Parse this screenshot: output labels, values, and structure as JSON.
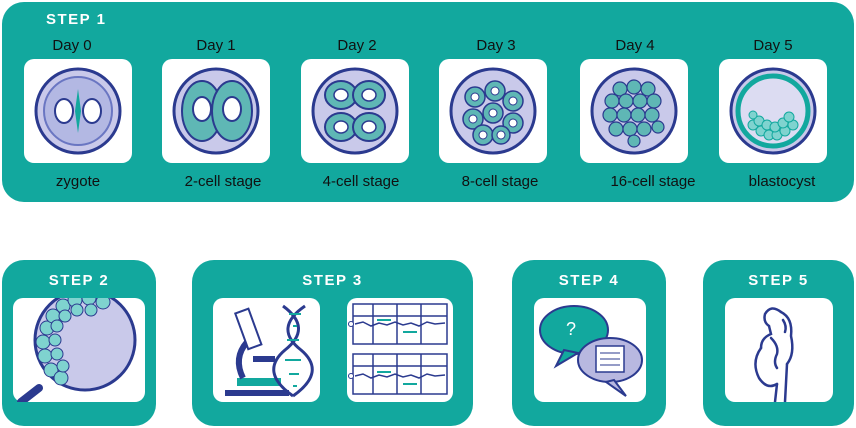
{
  "step1": {
    "title": "STEP 1",
    "days": [
      "Day 0",
      "Day 1",
      "Day 2",
      "Day 3",
      "Day 4",
      "Day 5"
    ],
    "stages": [
      "zygote",
      "2-cell stage",
      "4-cell stage",
      "8-cell stage",
      "16-cell stage",
      "blastocyst"
    ]
  },
  "step2": {
    "title": "STEP 2"
  },
  "step3": {
    "title": "STEP 3"
  },
  "step4": {
    "title": "STEP 4",
    "bubble_text": "?"
  },
  "step5": {
    "title": "STEP 5"
  },
  "colors": {
    "teal": "#12a89e",
    "navy": "#2b3a8f",
    "lavender": "#b8b8e0",
    "aqua": "#7fd3cf"
  }
}
